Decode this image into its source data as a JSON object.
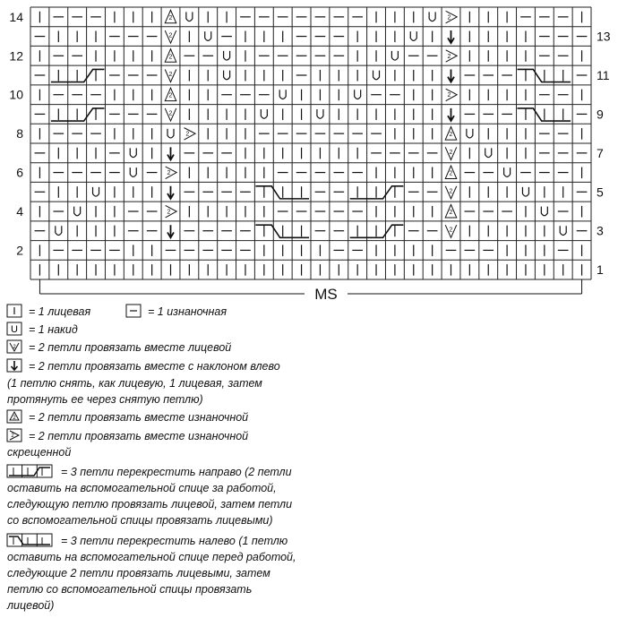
{
  "chart": {
    "row_labels_left": [
      "14",
      "12",
      "10",
      "8",
      "6",
      "4",
      "2"
    ],
    "row_labels_right": [
      "13",
      "11",
      "9",
      "7",
      "5",
      "3",
      "1"
    ],
    "repeat_label": "MS",
    "rows_top_to_bottom": [
      [
        "|",
        "-",
        "-",
        "-",
        "|",
        "|",
        "|",
        "A",
        "U",
        "|",
        "|",
        "-",
        "-",
        "-",
        "-",
        "-",
        "-",
        "-",
        "|",
        "|",
        "|",
        "U",
        "B",
        "|",
        "|",
        "|",
        "-",
        "-",
        "-",
        "|"
      ],
      [
        "-",
        "|",
        "|",
        "|",
        "-",
        "-",
        "-",
        "V",
        "|",
        "U",
        "-",
        "|",
        "|",
        "|",
        "-",
        "-",
        "-",
        "|",
        "|",
        "|",
        "U",
        "|",
        "D",
        "|",
        "|",
        "|",
        "|",
        "-",
        "-",
        "-"
      ],
      [
        "|",
        "-",
        "-",
        "|",
        "|",
        "|",
        "|",
        "A",
        "-",
        "-",
        "U",
        "|",
        "-",
        "-",
        "-",
        "-",
        "-",
        "|",
        "|",
        "U",
        "-",
        "-",
        "B",
        "|",
        "|",
        "|",
        "|",
        "-",
        "-",
        "|"
      ],
      [
        "-",
        "C",
        "C",
        "C",
        "-",
        "-",
        "-",
        "V",
        "|",
        "|",
        "U",
        "|",
        "|",
        "|",
        "-",
        "|",
        "|",
        "|",
        "U",
        "|",
        "|",
        "|",
        "D",
        "-",
        "-",
        "-",
        "T",
        "T",
        "T",
        "-"
      ],
      [
        "|",
        "-",
        "-",
        "-",
        "|",
        "|",
        "|",
        "A",
        "|",
        "|",
        "-",
        "-",
        "-",
        "U",
        "|",
        "|",
        "|",
        "U",
        "-",
        "-",
        "|",
        "|",
        "B",
        "|",
        "|",
        "|",
        "|",
        "-",
        "-",
        "|"
      ],
      [
        "-",
        "C",
        "C",
        "C",
        "-",
        "-",
        "-",
        "V",
        "|",
        "|",
        "|",
        "|",
        "U",
        "|",
        "|",
        "U",
        "|",
        "|",
        "|",
        "|",
        "|",
        "|",
        "D",
        "-",
        "-",
        "-",
        "T",
        "T",
        "T",
        "-"
      ],
      [
        "|",
        "-",
        "-",
        "-",
        "|",
        "|",
        "|",
        "U",
        "B",
        "|",
        "|",
        "|",
        "-",
        "-",
        "-",
        "-",
        "-",
        "-",
        "-",
        "|",
        "|",
        "|",
        "A",
        "U",
        "|",
        "|",
        "|",
        "-",
        "-",
        "|"
      ],
      [
        "-",
        "|",
        "|",
        "|",
        "-",
        "U",
        "|",
        "D",
        "-",
        "-",
        "-",
        "|",
        "|",
        "|",
        "|",
        "|",
        "|",
        "|",
        "-",
        "-",
        "-",
        "-",
        "V",
        "|",
        "U",
        "|",
        "|",
        "-",
        "-",
        "-"
      ],
      [
        "|",
        "-",
        "-",
        "-",
        "-",
        "U",
        "-",
        "B",
        "|",
        "|",
        "|",
        "|",
        "|",
        "-",
        "-",
        "-",
        "-",
        "-",
        "|",
        "|",
        "|",
        "|",
        "A",
        "-",
        "-",
        "U",
        "-",
        "-",
        "-",
        "|"
      ],
      [
        "-",
        "|",
        "|",
        "U",
        "|",
        "|",
        "|",
        "D",
        "-",
        "-",
        "-",
        "-",
        "T",
        "T",
        "T",
        "-",
        "-",
        "C",
        "C",
        "C",
        "-",
        "-",
        "V",
        "|",
        "|",
        "|",
        "U",
        "|",
        "|",
        "-"
      ],
      [
        "|",
        "-",
        "U",
        "|",
        "|",
        "-",
        "-",
        "B",
        "|",
        "|",
        "|",
        "|",
        "|",
        "-",
        "-",
        "-",
        "-",
        "-",
        "|",
        "|",
        "|",
        "|",
        "A",
        "-",
        "-",
        "-",
        "|",
        "U",
        "-",
        "|"
      ],
      [
        "-",
        "U",
        "|",
        "|",
        "|",
        "-",
        "-",
        "D",
        "-",
        "-",
        "-",
        "-",
        "T",
        "T",
        "T",
        "-",
        "-",
        "C",
        "C",
        "C",
        "-",
        "-",
        "V",
        "|",
        "|",
        "|",
        "|",
        "|",
        "U",
        "-"
      ],
      [
        "|",
        "-",
        "-",
        "-",
        "-",
        "|",
        "|",
        "-",
        "-",
        "-",
        "-",
        "-",
        "|",
        "|",
        "|",
        "|",
        "-",
        "-",
        "|",
        "|",
        "|",
        "|",
        "-",
        "-",
        "-",
        "|",
        "|",
        "|",
        "-",
        "|"
      ],
      [
        "|",
        "|",
        "|",
        "|",
        "|",
        "|",
        "|",
        "|",
        "|",
        "|",
        "|",
        "|",
        "|",
        "|",
        "|",
        "|",
        "|",
        "|",
        "|",
        "|",
        "|",
        "|",
        "|",
        "|",
        "|",
        "|",
        "|",
        "|",
        "|",
        "|"
      ]
    ]
  },
  "legend": {
    "knit": "= 1 лицевая",
    "purl": "= 1 изнаночная",
    "yarn_over": "= 1 накид",
    "k2tog": "= 2 петли провязать вместе лицевой",
    "ssk": "= 2 петли провязать вместе с наклоном влево",
    "ssk_note_1": "(1 петлю снять, как лицевую, 1 лицевая, затем",
    "ssk_note_2": "протянуть ее через снятую петлю)",
    "p2tog": "= 2 петли провязать вместе изнаночной",
    "p2tog_tbl_1": "= 2 петли провязать вместе изнаночной",
    "p2tog_tbl_2": "скрещенной",
    "cross_right_1": "= 3 петли перекрестить направо (2 петли",
    "cross_right_2": "оставить на вспомогательной спице за работой,",
    "cross_right_3": "следующую петлю провязать лицевой, затем петли",
    "cross_right_4": "со вспомогательной спицы провязать лицевыми)",
    "cross_left_1": "= 3 петли перекрестить налево (1 петлю",
    "cross_left_2": "оставить на вспомогательной спице перед работой,",
    "cross_left_3": "следующие 2 петли провязать лицевыми, затем",
    "cross_left_4": "петлю со вспомогательной спицы провязать",
    "cross_left_5": "лицевой)"
  }
}
